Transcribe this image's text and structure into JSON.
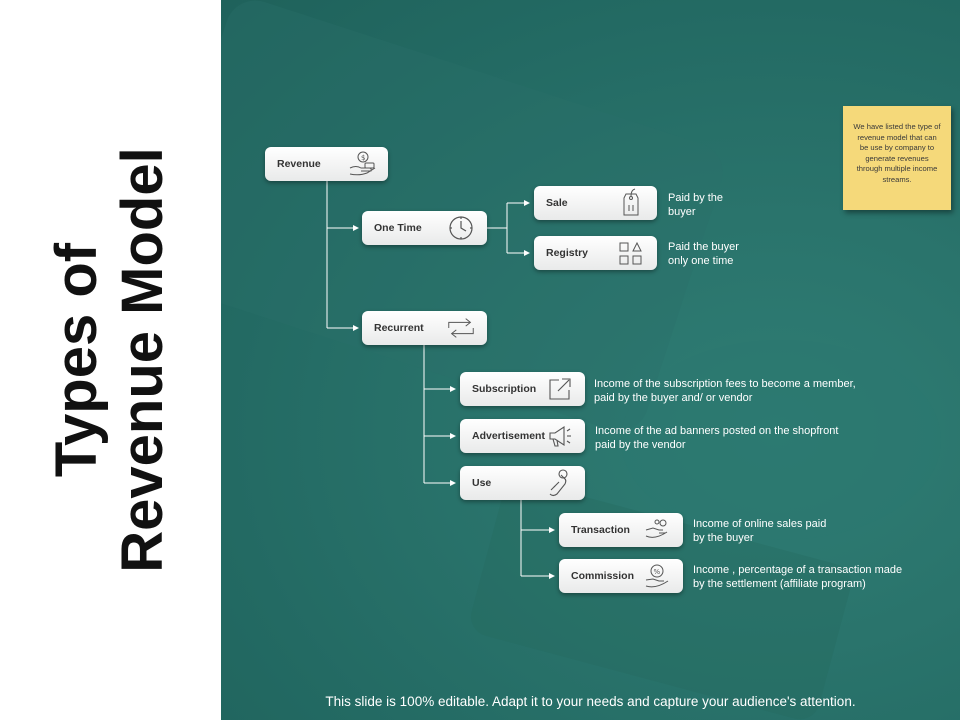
{
  "title": {
    "line1": "Types of",
    "line2": "Revenue Model"
  },
  "note": "We have listed the type of revenue model that can be use by company to generate revenues through multiple income streams.",
  "nodes": {
    "revenue": "Revenue",
    "one_time": "One Time",
    "sale": "Sale",
    "registry": "Registry",
    "recurrent": "Recurrent",
    "subscription": "Subscription",
    "advertisement": "Advertisement",
    "use": "Use",
    "transaction": "Transaction",
    "commission": "Commission"
  },
  "descriptions": {
    "sale": [
      "Paid by the",
      "buyer"
    ],
    "registry": [
      "Paid the buyer",
      "only one time"
    ],
    "subscription": [
      "Income of the subscription fees to become a member,",
      " paid by the buyer and/ or vendor"
    ],
    "advertisement": [
      "Income of the ad banners posted on the shopfront",
      "paid by the vendor"
    ],
    "transaction": [
      "Income of online sales paid",
      " by the buyer"
    ],
    "commission": [
      "Income , percentage of a transaction made",
      " by the settlement (affiliate program)"
    ]
  },
  "footer": "This slide is 100% editable. Adapt it to your needs and capture your audience's attention.",
  "colors": {
    "panel": "#236a63",
    "note": "#f5d97a",
    "node": "#ffffff",
    "connector": "#ffffff"
  },
  "icons": {
    "revenue": "money-hand-icon",
    "one_time": "clock-icon",
    "sale": "price-tag-icon",
    "registry": "shapes-grid-icon",
    "recurrent": "repeat-arrows-icon",
    "subscription": "external-link-icon",
    "advertisement": "megaphone-icon",
    "use": "hand-pointer-icon",
    "transaction": "hand-coins-icon",
    "commission": "percent-hand-icon"
  }
}
